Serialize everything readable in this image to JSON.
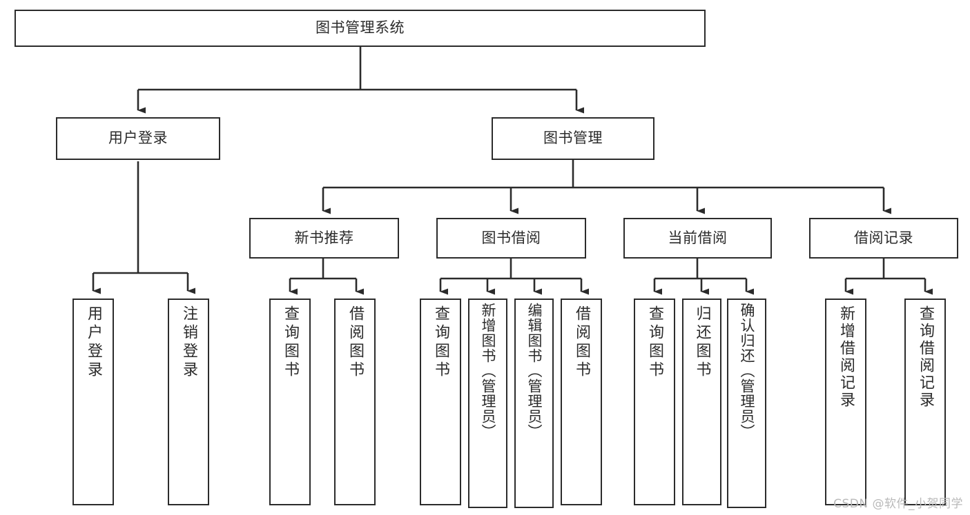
{
  "diagram": {
    "title": "图书管理系统",
    "type": "tree-hierarchy",
    "watermark": "CSDN @软件_小贺同学",
    "colors": {
      "stroke": "#2b2b2b",
      "fill": "#ffffff",
      "text": "#2b2b2b",
      "watermark": "#b9b9b9"
    }
  },
  "nodes": {
    "root": {
      "label": "图书管理系统"
    },
    "level2": [
      {
        "id": "user-login",
        "label": "用户登录"
      },
      {
        "id": "book-manage",
        "label": "图书管理"
      }
    ],
    "level3": [
      {
        "id": "new-book-recommend",
        "label": "新书推荐"
      },
      {
        "id": "book-borrow",
        "label": "图书借阅"
      },
      {
        "id": "current-borrow",
        "label": "当前借阅"
      },
      {
        "id": "borrow-record",
        "label": "借阅记录"
      }
    ],
    "leaves": {
      "user-login": [
        {
          "id": "leaf-user-login",
          "label": "用户登录"
        },
        {
          "id": "leaf-user-logout",
          "label": "注销登录"
        }
      ],
      "new-book-recommend": [
        {
          "id": "leaf-query-book-1",
          "label": "查询图书"
        },
        {
          "id": "leaf-borrow-book-1",
          "label": "借阅图书"
        }
      ],
      "book-borrow": [
        {
          "id": "leaf-query-book-2",
          "label": "查询图书"
        },
        {
          "id": "leaf-add-book",
          "label": "新增图书（管理员）"
        },
        {
          "id": "leaf-edit-book",
          "label": "编辑图书（管理员）"
        },
        {
          "id": "leaf-borrow-book-2",
          "label": "借阅图书"
        }
      ],
      "current-borrow": [
        {
          "id": "leaf-query-book-3",
          "label": "查询图书"
        },
        {
          "id": "leaf-return-book",
          "label": "归还图书"
        },
        {
          "id": "leaf-confirm-return",
          "label": "确认归还（管理员）"
        }
      ],
      "borrow-record": [
        {
          "id": "leaf-add-record",
          "label": "新增借阅记录"
        },
        {
          "id": "leaf-query-record",
          "label": "查询借阅记录"
        }
      ]
    }
  }
}
